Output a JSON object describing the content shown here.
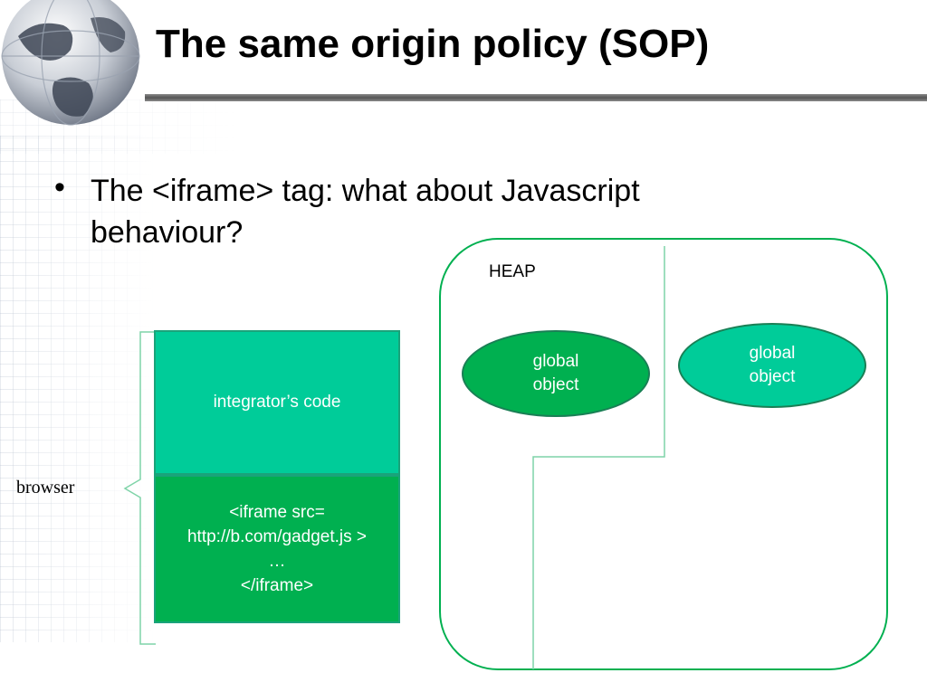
{
  "slide": {
    "title": "The same origin policy (SOP)",
    "bullet_marker": "•",
    "bullet_text": "The <iframe> tag: what about Javascript behaviour?"
  },
  "diagram": {
    "browser_label": "browser",
    "integrator_box": "integrator’s code",
    "iframe_box_lines": [
      "<iframe src=",
      "http://b.com/gadget.js >",
      "…",
      "</iframe>"
    ],
    "heap_label": "HEAP",
    "global_object_left_lines": [
      "global",
      "object"
    ],
    "global_object_right_lines": [
      "global",
      "object"
    ]
  },
  "colors": {
    "teal": "#00cc99",
    "green": "#00b050",
    "rule_gray": "#666666",
    "line_green": "#7fd4a8"
  },
  "icons": {
    "logo": "globe-icon"
  }
}
